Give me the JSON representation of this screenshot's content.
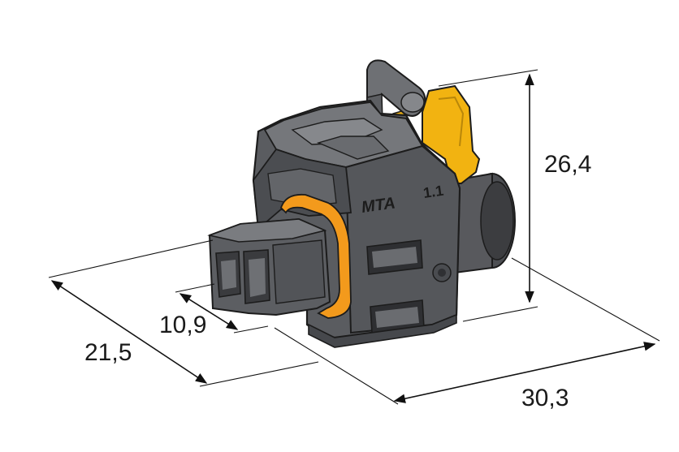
{
  "dimensions": {
    "height": "26,4",
    "width": "30,3",
    "depth": "21,5",
    "pitch": "10,9"
  },
  "markings": {
    "logo": "MTA",
    "version": "1.1"
  },
  "colors": {
    "housing": "#5a5c60",
    "housing_dark": "#3d3e41",
    "housing_light": "#7b7d81",
    "latch": "#f2b311",
    "seal": "#f39a1c",
    "lines": "#111111"
  }
}
